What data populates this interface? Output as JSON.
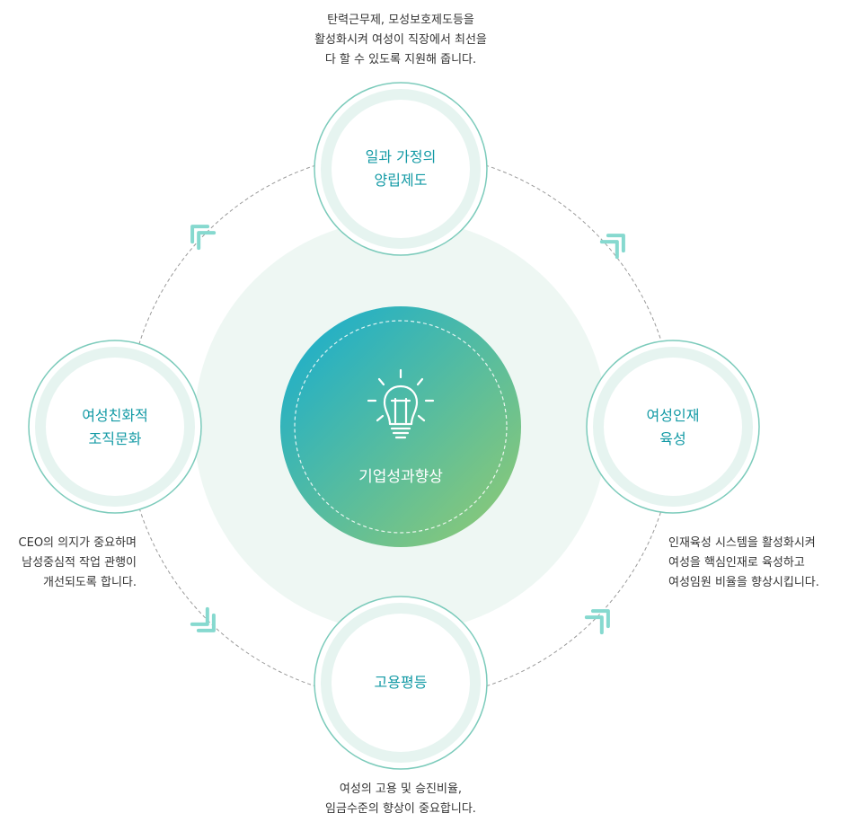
{
  "center": {
    "title": "기업성과향상",
    "icon": "lightbulb-icon"
  },
  "nodes": {
    "top": {
      "line1": "일과 가정의",
      "line2": "양립제도"
    },
    "left": {
      "line1": "여성친화적",
      "line2": "조직문화"
    },
    "right": {
      "line1": "여성인재",
      "line2": "육성"
    },
    "bottom": {
      "line1": "고용평등"
    }
  },
  "descriptions": {
    "top": {
      "l1": "탄력근무제, 모성보호제도등을",
      "l2": "활성화시켜 여성이 직장에서 최선을",
      "l3": "다 할 수 있도록 지원해 줍니다."
    },
    "left": {
      "l1": "CEO의 의지가 중요하며",
      "l2": "남성중심적 작업 관행이",
      "l3": "개선되도록 합니다."
    },
    "right": {
      "l1": "인재육성 시스템을 활성화시켜",
      "l2": "여성을 핵심인재로 육성하고",
      "l3": "여성임원 비율을 향상시킵니다."
    },
    "bottom": {
      "l1": "여성의 고용 및 승진비율,",
      "l2": "임금수준의 향상이 중요합니다."
    }
  },
  "colors": {
    "accent_text": "#139aa5",
    "ring": "#e6f4f0",
    "circle_border": "#7ccbbb",
    "bg_circle": "#eef7f3",
    "gradient_start": "#14acd2",
    "gradient_end": "#94cb70",
    "arrow": "#86d9cf"
  }
}
